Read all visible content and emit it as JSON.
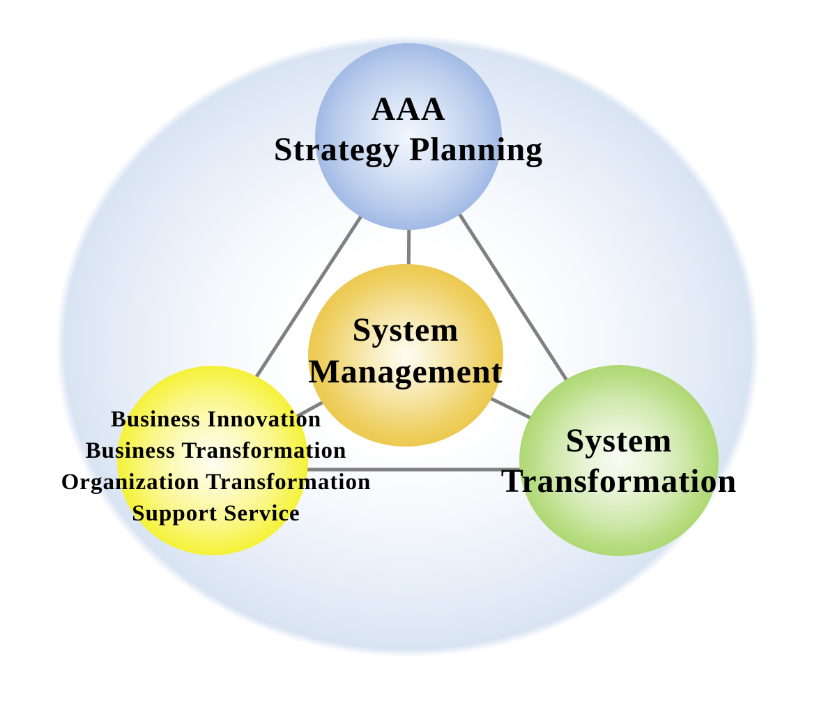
{
  "diagram": {
    "connector_color": "#808080",
    "outer_ellipse": {
      "center_color": "#ffffff",
      "edge_color": "#d9e4f3"
    },
    "nodes": [
      {
        "id": "aaa-strategy-planning",
        "lines": [
          "AAA",
          "Strategy Planning"
        ],
        "center_color": "#f2f6fd",
        "edge_color": "#7b9cd7"
      },
      {
        "id": "system-management",
        "lines": [
          "System",
          "Management"
        ],
        "center_color": "#fefdf4",
        "edge_color": "#ecc94f"
      },
      {
        "id": "system-transformation",
        "lines": [
          "System",
          "Transformation"
        ],
        "center_color": "#f8fcf3",
        "edge_color": "#aed873"
      },
      {
        "id": "business-services",
        "lines": [
          "Business Innovation",
          "Business Transformation",
          "Organization Transformation",
          "Support Service"
        ],
        "center_color": "#fffef4",
        "edge_color": "#f4f138"
      }
    ]
  }
}
